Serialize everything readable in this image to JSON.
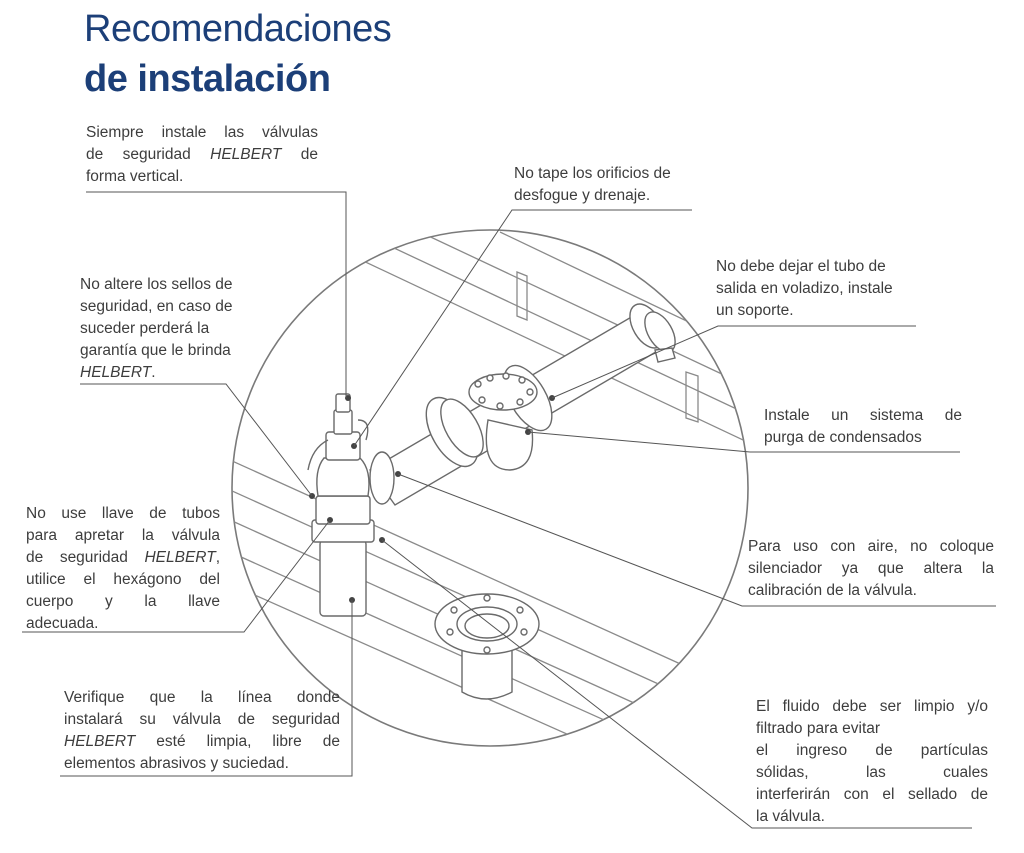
{
  "title": {
    "line1": "Recomendaciones",
    "line2": "de instalación"
  },
  "brand": "HELBERT",
  "notes": {
    "vertical": {
      "a": "Siempre instale las válvulas",
      "b1": "de seguridad",
      "b2": "de",
      "c": "forma vertical."
    },
    "drain": {
      "a": "No tape los orificios de",
      "b": "desfogue y drenaje."
    },
    "seals": {
      "a": "No altere los sellos de",
      "b": "seguridad, en caso de",
      "c": "suceder perderá la",
      "d": "garantía que le brinda",
      "e": "."
    },
    "support": {
      "a": "No debe dejar el tubo de",
      "b": "salida en voladizo, instale",
      "c": "un soporte."
    },
    "purge": {
      "a": "Instale un sistema de",
      "b": "purga de condensados"
    },
    "wrench": {
      "a": "No use llave de tubos",
      "b": "para apretar la válvula",
      "c": "de seguridad",
      "c2": ",",
      "d": "utilice el hexágono del",
      "e": "cuerpo y la llave",
      "f": "adecuada."
    },
    "air": {
      "a": "Para uso con aire, no coloque",
      "b": "silenciador ya que altera la",
      "c": "calibración de la válvula."
    },
    "clean": {
      "a": "Verifique que la línea donde",
      "b": "instalará su válvula de seguridad",
      "c2": "esté limpia, libre de",
      "d": "elementos abrasivos y suciedad."
    },
    "fluid": {
      "a": "El fluido debe ser limpio y/o",
      "b": "filtrado para evitar",
      "c": "el ingreso de partículas",
      "d": "sólidas, las cuales",
      "e": "interferirán con el sellado de",
      "f": "la válvula."
    }
  },
  "colors": {
    "title": "#1c3f78",
    "text": "#3d3d3d",
    "line": "#555555",
    "drawing": "#6a6a6a"
  }
}
